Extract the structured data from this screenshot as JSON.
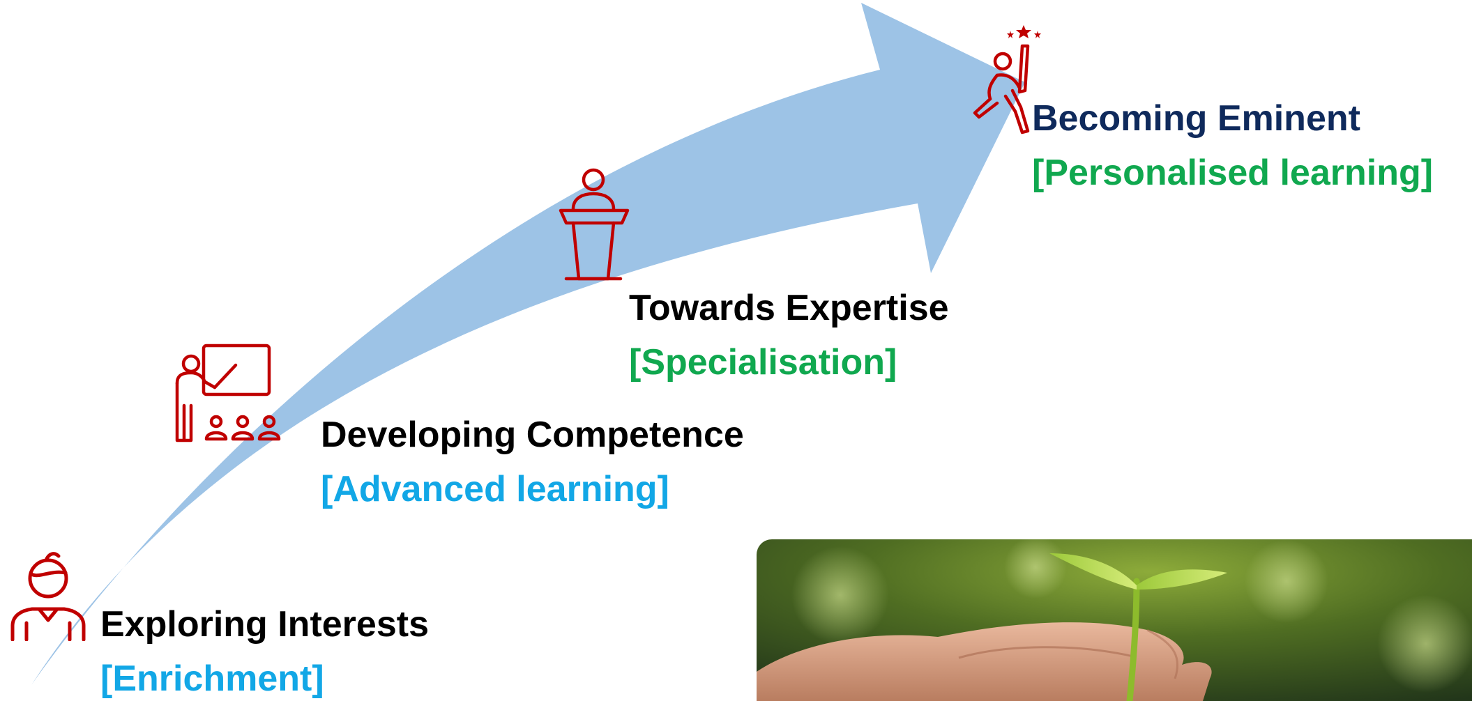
{
  "colors": {
    "arrow": "#9dc3e6",
    "icon": "#c00000",
    "title_black": "#000000",
    "title_navy": "#0f2a5c",
    "subtitle_blue": "#12a7e6",
    "subtitle_green": "#10a84f"
  },
  "stages": [
    {
      "title": "Exploring Interests",
      "subtitle": "[Enrichment]",
      "icon": "student-icon"
    },
    {
      "title": "Developing Competence",
      "subtitle": "[Advanced learning]",
      "icon": "teacher-board-icon"
    },
    {
      "title": "Towards Expertise",
      "subtitle": "[Specialisation]",
      "icon": "podium-speaker-icon"
    },
    {
      "title": "Becoming Eminent",
      "subtitle": "[Personalised learning]",
      "icon": "star-achiever-icon"
    }
  ],
  "photo": {
    "subject": "hand holding seedling"
  }
}
